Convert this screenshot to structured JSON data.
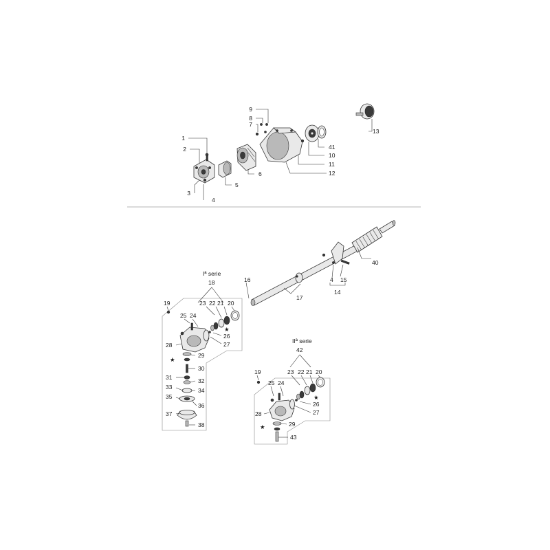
{
  "top_group": {
    "labels": [
      "1",
      "2",
      "3",
      "4",
      "5",
      "6",
      "7",
      "8",
      "9",
      "41",
      "10",
      "11",
      "12",
      "13"
    ]
  },
  "shaft_group": {
    "labels": [
      "16",
      "17",
      "4",
      "15",
      "14",
      "40"
    ]
  },
  "series_1": {
    "title": "Iª serie",
    "number": "18",
    "labels": [
      "19",
      "23",
      "22",
      "21",
      "20",
      "25",
      "24",
      "★",
      "26",
      "27",
      "28",
      "★",
      "29",
      "30",
      "31",
      "32",
      "33",
      "34",
      "35",
      "36",
      "37",
      "38"
    ]
  },
  "series_2": {
    "title": "IIª serie",
    "number": "42",
    "labels": [
      "19",
      "23",
      "22",
      "21",
      "20",
      "25",
      "24",
      "★",
      "26",
      "27",
      "28",
      "★",
      "29",
      "43"
    ]
  }
}
